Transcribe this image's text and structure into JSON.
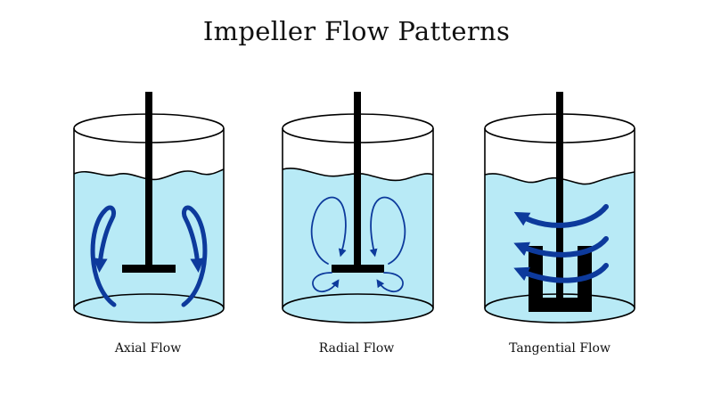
{
  "title": "Impeller Flow Patterns",
  "colors": {
    "liquid": "#b8eaf6",
    "flow_arrow": "#0d3a9c",
    "outline": "#000000",
    "background": "#ffffff"
  },
  "tanks": [
    {
      "label": "Axial Flow",
      "impeller": "flat-blade-paddle-icon",
      "flow": "axial-recirculation-arrows"
    },
    {
      "label": "Radial Flow",
      "impeller": "flat-blade-paddle-icon",
      "flow": "radial-loop-arrows"
    },
    {
      "label": "Tangential Flow",
      "impeller": "anchor-impeller-icon",
      "flow": "swirl-arrows"
    }
  ]
}
